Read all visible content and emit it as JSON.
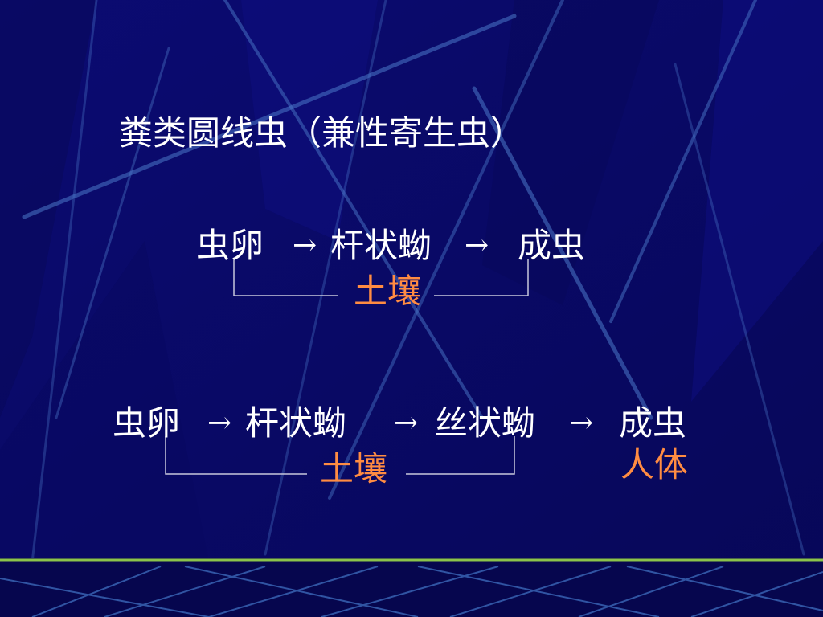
{
  "title": "粪类圆线虫（兼性寄生虫）",
  "cycle1": {
    "egg": "虫卵",
    "arrow1": "→",
    "rhabditiform": "杆状蚴",
    "arrow2": "→",
    "adult": "成虫",
    "soil": "土壤"
  },
  "cycle2": {
    "egg": "虫卵",
    "arrow1": "→",
    "rhabditiform": "杆状蚴",
    "arrow2": "→",
    "filariform": "丝状蚴",
    "arrow3": "→",
    "adult": "成虫",
    "soil": "土壤",
    "host": "人体"
  },
  "colors": {
    "background": "#0a0a6e",
    "text": "#ffffff",
    "highlight": "#ff8c42",
    "bracket": "#c8c8dc"
  }
}
